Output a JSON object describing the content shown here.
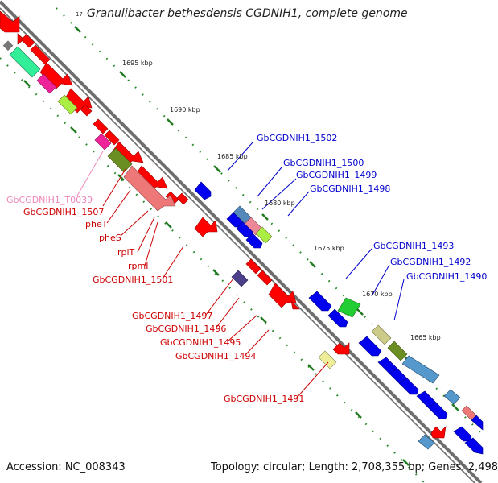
{
  "title": "Granulibacter bethesdensis CGDNIH1, complete genome",
  "title_fragment": "17",
  "footer": {
    "accession": "Accession: NC_008343",
    "topology": "Topology: circular; Length: 2,708,355 bp; Genes: 2,498"
  },
  "scale_labels": [
    "1695 kbp",
    "1690 kbp",
    "1685 kbp",
    "1680 kbp",
    "1675 kbp",
    "1670 kbp",
    "1665 kbp"
  ],
  "gene_labels": {
    "left": [
      "GbCGDNIH1_T0039",
      "GbCGDNIH1_1507",
      "pheT",
      "pheS",
      "rplT",
      "rpmI",
      "GbCGDNIH1_1501",
      "GbCGDNIH1_1497",
      "GbCGDNIH1_1496",
      "GbCGDNIH1_1495",
      "GbCGDNIH1_1494",
      "GbCGDNIH1_1491"
    ],
    "right": [
      "GbCGDNIH1_1502",
      "GbCGDNIH1_1500",
      "GbCGDNIH1_1499",
      "GbCGDNIH1_1498",
      "GbCGDNIH1_1493",
      "GbCGDNIH1_1492",
      "GbCGDNIH1_1490"
    ]
  },
  "colors": {
    "backbone": "#777777",
    "forward_gene": "#ff0000",
    "reverse_gene": "#0000ff",
    "tick_green": "#228b22",
    "label_red": "#cc0000",
    "label_blue": "#0000cc",
    "label_pink": "#ee88bb"
  }
}
